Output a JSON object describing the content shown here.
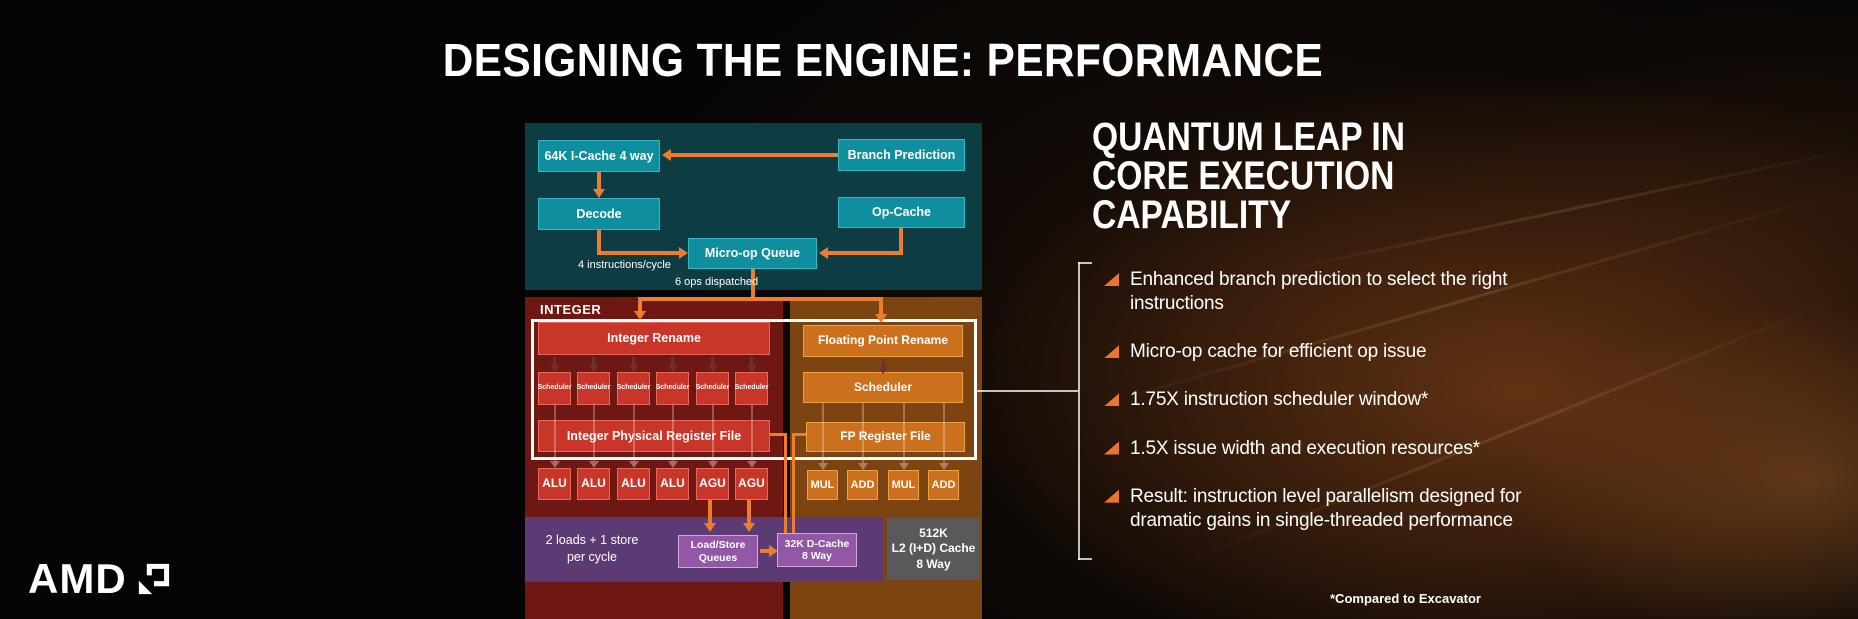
{
  "slide_title": "DESIGNING THE ENGINE: PERFORMANCE",
  "diagram": {
    "frontend": {
      "icache_label": "64K I-Cache 4 way",
      "branch_prediction_label": "Branch Prediction",
      "decode_label": "Decode",
      "opcache_label": "Op-Cache",
      "micro_op_queue_label": "Micro-op Queue",
      "instructions_per_cycle_label": "4 instructions/cycle",
      "ops_dispatched_label": "6 ops dispatched"
    },
    "integer": {
      "section_label": "INTEGER",
      "rename_label": "Integer Rename",
      "scheduler_labels": [
        "Scheduler",
        "Scheduler",
        "Scheduler",
        "Scheduler",
        "Scheduler",
        "Scheduler"
      ],
      "register_file_label": "Integer Physical Register File",
      "unit_labels": [
        "ALU",
        "ALU",
        "ALU",
        "ALU",
        "AGU",
        "AGU"
      ]
    },
    "floating_point": {
      "rename_label": "Floating Point Rename",
      "scheduler_label": "Scheduler",
      "register_file_label": "FP Register File",
      "unit_labels": [
        "MUL",
        "ADD",
        "MUL",
        "ADD"
      ]
    },
    "memory": {
      "load_store_note_lines": [
        "2 loads + 1 store",
        "per cycle"
      ],
      "load_store_queue_lines": [
        "Load/Store",
        "Queues"
      ],
      "dcache_lines": [
        "32K D-Cache",
        "8 Way"
      ],
      "l2_lines": [
        "512K",
        "L2 (I+D) Cache",
        "8 Way"
      ]
    }
  },
  "right_panel": {
    "heading_lines": [
      "QUANTUM LEAP IN",
      "CORE EXECUTION",
      "CAPABILITY"
    ],
    "bullets": [
      {
        "text": "Enhanced branch prediction to select the right instructions"
      },
      {
        "text": "Micro-op cache for efficient op issue"
      },
      {
        "text": "1.75X instruction scheduler window*"
      },
      {
        "text": "1.5X issue width and execution resources*"
      },
      {
        "text": "Result: instruction level parallelism designed for dramatic gains in single-threaded performance"
      }
    ]
  },
  "footer": {
    "logo_text": "AMD",
    "footnote": "*Compared to Excavator"
  },
  "colors": {
    "accent_orange": "#ed7c2f",
    "teal_box": "#0f8f9d",
    "red_box": "#c83529",
    "orange_box": "#cb701d",
    "purple_box": "#9257a6",
    "gray_box": "#59595b"
  }
}
